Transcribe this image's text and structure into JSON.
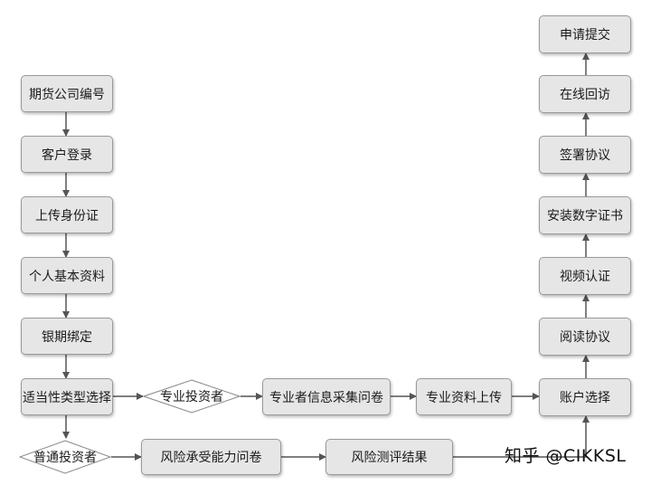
{
  "nodes": {
    "futures_company_code": "期货公司编号",
    "customer_login": "客户登录",
    "upload_id": "上传身份证",
    "basic_info": "个人基本资料",
    "bank_futures_binding": "银期绑定",
    "suitability_type": "适当性类型选择",
    "professional_investor": "专业投资者",
    "professional_info_questionnaire": "专业者信息采集问卷",
    "professional_docs_upload": "专业资料上传",
    "account_selection": "账户选择",
    "ordinary_investor": "普通投资者",
    "risk_tolerance_questionnaire": "风险承受能力问卷",
    "risk_assessment_result": "风险测评结果",
    "read_agreement": "阅读协议",
    "video_verification": "视频认证",
    "install_certificate": "安装数字证书",
    "sign_agreement": "签署协议",
    "online_callback": "在线回访",
    "submit_application": "申请提交"
  },
  "watermark": "知乎 @CIKKSL",
  "colors": {
    "box_fill": "#e6e6e6",
    "box_border": "#9a9a9a",
    "arrow": "#555555"
  }
}
